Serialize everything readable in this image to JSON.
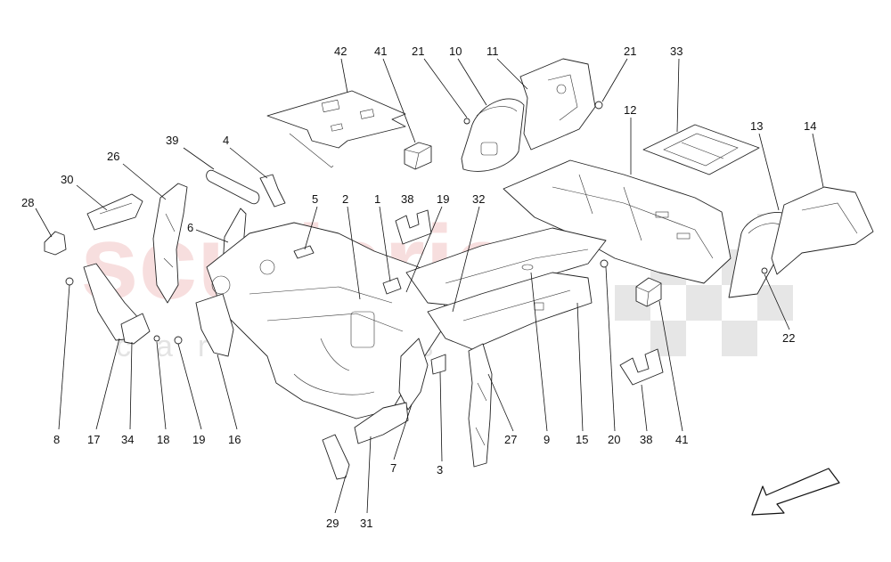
{
  "watermark": {
    "brand": "scuderia",
    "sub": "car parts"
  },
  "callouts": [
    {
      "id": "c42",
      "label": "42"
    },
    {
      "id": "c41a",
      "label": "41"
    },
    {
      "id": "c21a",
      "label": "21"
    },
    {
      "id": "c10",
      "label": "10"
    },
    {
      "id": "c11",
      "label": "11"
    },
    {
      "id": "c21b",
      "label": "21"
    },
    {
      "id": "c33",
      "label": "33"
    },
    {
      "id": "c12",
      "label": "12"
    },
    {
      "id": "c13",
      "label": "13"
    },
    {
      "id": "c14",
      "label": "14"
    },
    {
      "id": "c39",
      "label": "39"
    },
    {
      "id": "c4",
      "label": "4"
    },
    {
      "id": "c26",
      "label": "26"
    },
    {
      "id": "c30",
      "label": "30"
    },
    {
      "id": "c28",
      "label": "28"
    },
    {
      "id": "c6",
      "label": "6"
    },
    {
      "id": "c5",
      "label": "5"
    },
    {
      "id": "c2",
      "label": "2"
    },
    {
      "id": "c1",
      "label": "1"
    },
    {
      "id": "c38a",
      "label": "38"
    },
    {
      "id": "c19a",
      "label": "19"
    },
    {
      "id": "c32",
      "label": "32"
    },
    {
      "id": "c22",
      "label": "22"
    },
    {
      "id": "c8",
      "label": "8"
    },
    {
      "id": "c17",
      "label": "17"
    },
    {
      "id": "c34",
      "label": "34"
    },
    {
      "id": "c18",
      "label": "18"
    },
    {
      "id": "c19b",
      "label": "19"
    },
    {
      "id": "c16",
      "label": "16"
    },
    {
      "id": "c7",
      "label": "7"
    },
    {
      "id": "c3",
      "label": "3"
    },
    {
      "id": "c27",
      "label": "27"
    },
    {
      "id": "c9",
      "label": "9"
    },
    {
      "id": "c15",
      "label": "15"
    },
    {
      "id": "c20",
      "label": "20"
    },
    {
      "id": "c38b",
      "label": "38"
    },
    {
      "id": "c41b",
      "label": "41"
    },
    {
      "id": "c29",
      "label": "29"
    },
    {
      "id": "c31",
      "label": "31"
    }
  ],
  "icons": {
    "direction": "direction-arrow-icon"
  }
}
